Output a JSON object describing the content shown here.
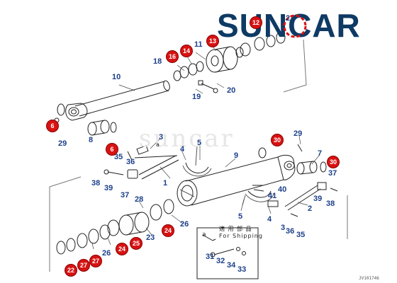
{
  "brand": {
    "logo_text": "SUNCAR",
    "watermark": "suncar",
    "accent_color": "#0e3a64",
    "gear_color": "#d81212"
  },
  "inset": {
    "caption": "適 用 部 品",
    "caption_en": "For Shipping",
    "letter": "a"
  },
  "detail_letter": "a",
  "drawing_ref": "JV101746",
  "callouts": [
    {
      "id": "c1",
      "text": "1"
    },
    {
      "id": "c2a",
      "text": "2"
    },
    {
      "id": "c2b",
      "text": "2"
    },
    {
      "id": "c3a",
      "text": "3"
    },
    {
      "id": "c3b",
      "text": "3"
    },
    {
      "id": "c4a",
      "text": "4"
    },
    {
      "id": "c4b",
      "text": "4"
    },
    {
      "id": "c5a",
      "text": "5"
    },
    {
      "id": "c5b",
      "text": "5"
    },
    {
      "id": "c7",
      "text": "7"
    },
    {
      "id": "c8",
      "text": "8"
    },
    {
      "id": "c9",
      "text": "9"
    },
    {
      "id": "c10",
      "text": "10"
    },
    {
      "id": "c11",
      "text": "11"
    },
    {
      "id": "c18",
      "text": "18"
    },
    {
      "id": "c19",
      "text": "19"
    },
    {
      "id": "c20",
      "text": "20"
    },
    {
      "id": "c23",
      "text": "23"
    },
    {
      "id": "c26a",
      "text": "26"
    },
    {
      "id": "c26b",
      "text": "26"
    },
    {
      "id": "c28",
      "text": "28"
    },
    {
      "id": "c29a",
      "text": "29"
    },
    {
      "id": "c29b",
      "text": "29"
    },
    {
      "id": "c31",
      "text": "31"
    },
    {
      "id": "c32",
      "text": "32"
    },
    {
      "id": "c33",
      "text": "33"
    },
    {
      "id": "c34",
      "text": "34"
    },
    {
      "id": "c35a",
      "text": "35"
    },
    {
      "id": "c35b",
      "text": "35"
    },
    {
      "id": "c36a",
      "text": "36"
    },
    {
      "id": "c36b",
      "text": "36"
    },
    {
      "id": "c37a",
      "text": "37"
    },
    {
      "id": "c37b",
      "text": "37"
    },
    {
      "id": "c38a",
      "text": "38"
    },
    {
      "id": "c38b",
      "text": "38"
    },
    {
      "id": "c39a",
      "text": "39"
    },
    {
      "id": "c39b",
      "text": "39"
    },
    {
      "id": "c40",
      "text": "40"
    },
    {
      "id": "c41",
      "text": "41"
    }
  ],
  "badges": [
    {
      "id": "b6a",
      "text": "6"
    },
    {
      "id": "b6b",
      "text": "6"
    },
    {
      "id": "b12",
      "text": "12"
    },
    {
      "id": "b13",
      "text": "13"
    },
    {
      "id": "b14",
      "text": "14"
    },
    {
      "id": "b16",
      "text": "16"
    },
    {
      "id": "b24a",
      "text": "24"
    },
    {
      "id": "b24b",
      "text": "24"
    },
    {
      "id": "b25",
      "text": "25"
    },
    {
      "id": "b22",
      "text": "22"
    },
    {
      "id": "b27a",
      "text": "27"
    },
    {
      "id": "b27b",
      "text": "27"
    },
    {
      "id": "b30a",
      "text": "30"
    },
    {
      "id": "b30b",
      "text": "30"
    }
  ]
}
